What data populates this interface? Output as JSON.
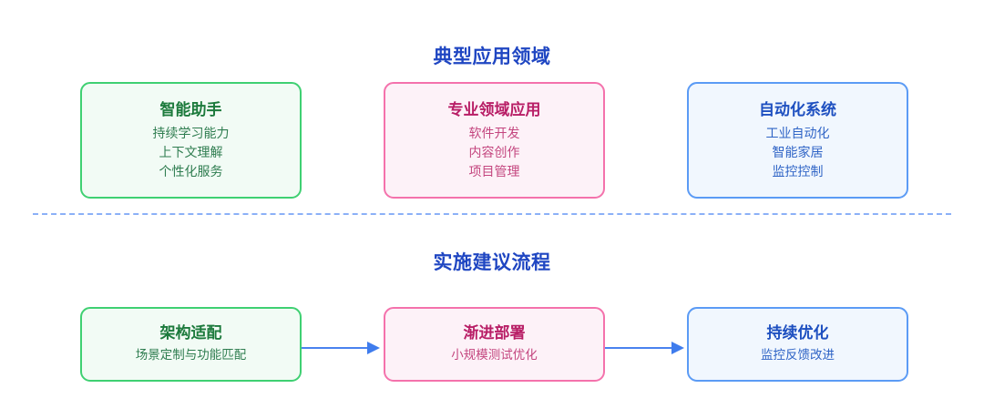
{
  "sections": [
    {
      "id": "domains",
      "title": "典型应用领域",
      "cards": [
        {
          "theme": "green",
          "title": "智能助手",
          "items": [
            "持续学习能力",
            "上下文理解",
            "个性化服务"
          ]
        },
        {
          "theme": "pink",
          "title": "专业领域应用",
          "items": [
            "软件开发",
            "内容创作",
            "项目管理"
          ]
        },
        {
          "theme": "blue",
          "title": "自动化系统",
          "items": [
            "工业自动化",
            "智能家居",
            "监控控制"
          ]
        }
      ]
    },
    {
      "id": "process",
      "title": "实施建议流程",
      "cards": [
        {
          "theme": "green",
          "title": "架构适配",
          "items": [
            "场景定制与功能匹配"
          ]
        },
        {
          "theme": "pink",
          "title": "渐进部署",
          "items": [
            "小规模测试优化"
          ]
        },
        {
          "theme": "blue",
          "title": "持续优化",
          "items": [
            "监控反馈改进"
          ]
        }
      ],
      "connectors": [
        {
          "name": "arrow-step-1-to-2",
          "direction": "right"
        },
        {
          "name": "arrow-step-2-to-3",
          "direction": "right"
        }
      ]
    }
  ],
  "divider": {
    "style": "dashed",
    "color": "#8bb0f7"
  },
  "colors": {
    "heading": "#1f46c2",
    "green_border": "#3fd072",
    "green_fill": "#f2fbf5",
    "green_title": "#1c7a3c",
    "green_text": "#2f7d50",
    "pink_border": "#f472ac",
    "pink_fill": "#fdf2f8",
    "pink_title": "#b81e66",
    "pink_text": "#c4467f",
    "blue_border": "#5b9bf5",
    "blue_fill": "#f1f7fe",
    "blue_title": "#1d4fc0",
    "blue_text": "#2f64c6",
    "arrow": "#4a82ef",
    "background": "#ffffff"
  }
}
